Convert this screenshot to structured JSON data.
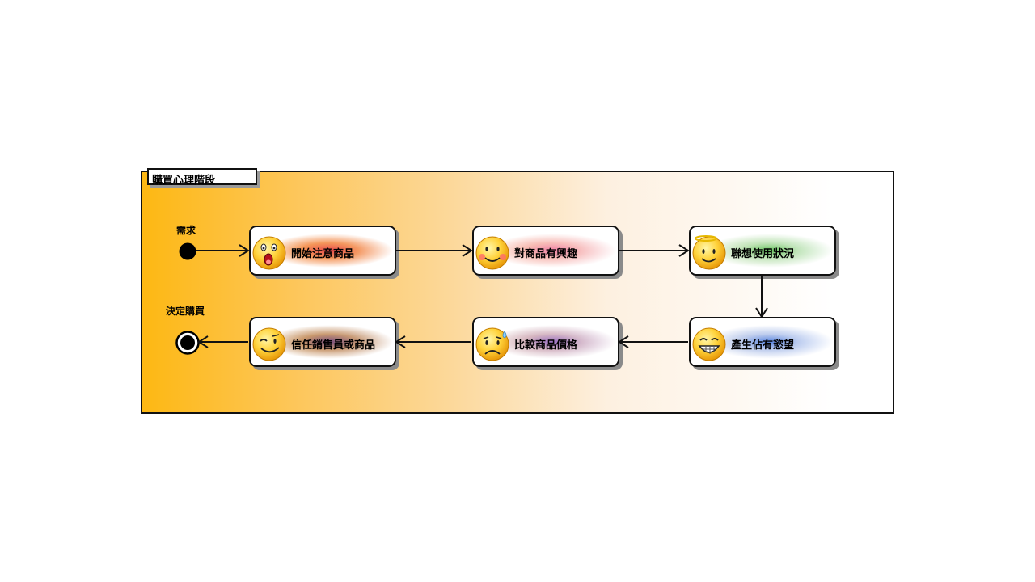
{
  "frame": {
    "title": "購買心理階段"
  },
  "start": {
    "label": "需求"
  },
  "end": {
    "label": "決定購買"
  },
  "states": [
    {
      "id": "s1",
      "label": "開始注意商品",
      "icon": "surprised-face-icon",
      "color": "#e84a4a"
    },
    {
      "id": "s2",
      "label": "對商品有興趣",
      "icon": "blushing-smile-face-icon",
      "color": "#ef7fa3"
    },
    {
      "id": "s3",
      "label": "聯想使用狀況",
      "icon": "angel-halo-face-icon",
      "color": "#67c25e"
    },
    {
      "id": "s4",
      "label": "產生佔有慾望",
      "icon": "grinning-braces-face-icon",
      "color": "#5b86e0"
    },
    {
      "id": "s5",
      "label": "比較商品價格",
      "icon": "sad-sweat-face-icon",
      "color": "#9a6fc1"
    },
    {
      "id": "s6",
      "label": "信任銷售員或商品",
      "icon": "winking-face-icon",
      "color": "#7a4f7d"
    }
  ],
  "palette": {
    "frame_gradient_start": "#fdb813",
    "frame_gradient_end": "#ffffff"
  }
}
